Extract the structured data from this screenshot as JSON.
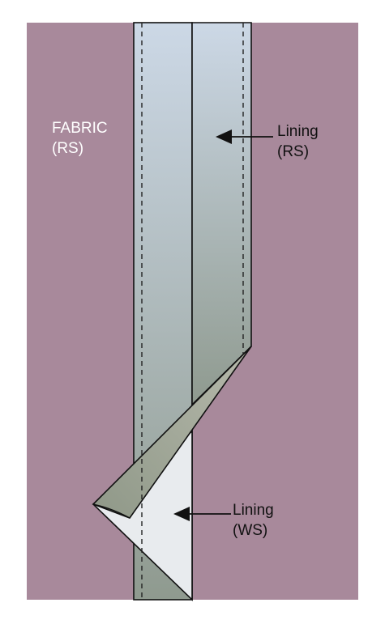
{
  "diagram": {
    "colors": {
      "fabric": "#a8899b",
      "lining_top": "#ccd8e6",
      "lining_bottom": "#8f9a8f",
      "lining_ws": "#e8ebee",
      "fold_edge": "#a9ad9f",
      "outline": "#111111",
      "stitch": "#222222"
    },
    "labels": {
      "fabric": {
        "line1": "FABRIC",
        "line2": "(RS)"
      },
      "lining_rs": {
        "line1": "Lining",
        "line2": "(RS)"
      },
      "lining_ws": {
        "line1": "Lining",
        "line2": "(WS)"
      }
    }
  }
}
